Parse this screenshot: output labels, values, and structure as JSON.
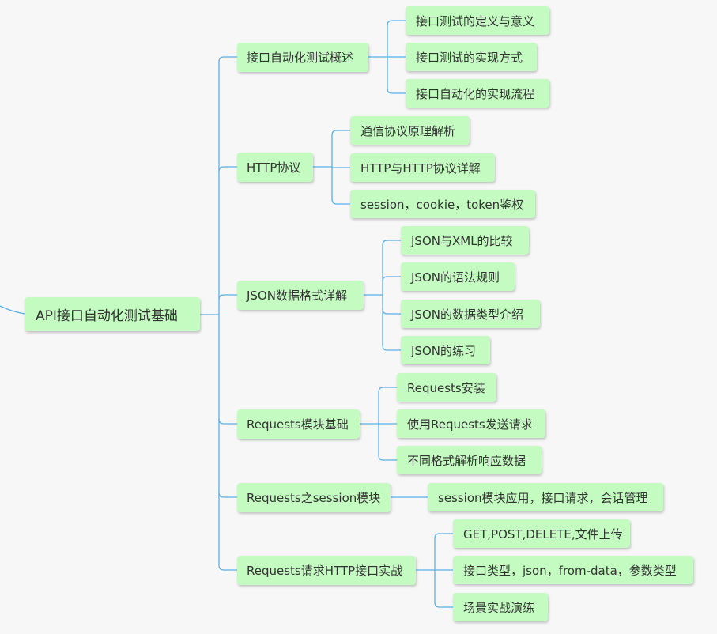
{
  "colors": {
    "line": "#5ab0e6",
    "node_bg": "#c3fbc1",
    "background": "#f7f7f8",
    "text": "#333333"
  },
  "root": {
    "label": "API接口自动化测试基础"
  },
  "branches": [
    {
      "label": "接口自动化测试概述",
      "children": [
        "接口测试的定义与意义",
        "接口测试的实现方式",
        "接口自动化的实现流程"
      ]
    },
    {
      "label": "HTTP协议",
      "children": [
        "通信协议原理解析",
        "HTTP与HTTP协议详解",
        "session，cookie，token鉴权"
      ]
    },
    {
      "label": "JSON数据格式详解",
      "children": [
        "JSON与XML的比较",
        "JSON的语法规则",
        "JSON的数据类型介绍",
        "JSON的练习"
      ]
    },
    {
      "label": "Requests模块基础",
      "children": [
        "Requests安装",
        "使用Requests发送请求",
        "不同格式解析响应数据"
      ]
    },
    {
      "label": "Requests之session模块",
      "children": [
        "session模块应用，接口请求，会话管理"
      ]
    },
    {
      "label": "Requests请求HTTP接口实战",
      "children": [
        "GET,POST,DELETE,文件上传",
        "接口类型，json，from-data，参数类型",
        "场景实战演练"
      ]
    }
  ]
}
